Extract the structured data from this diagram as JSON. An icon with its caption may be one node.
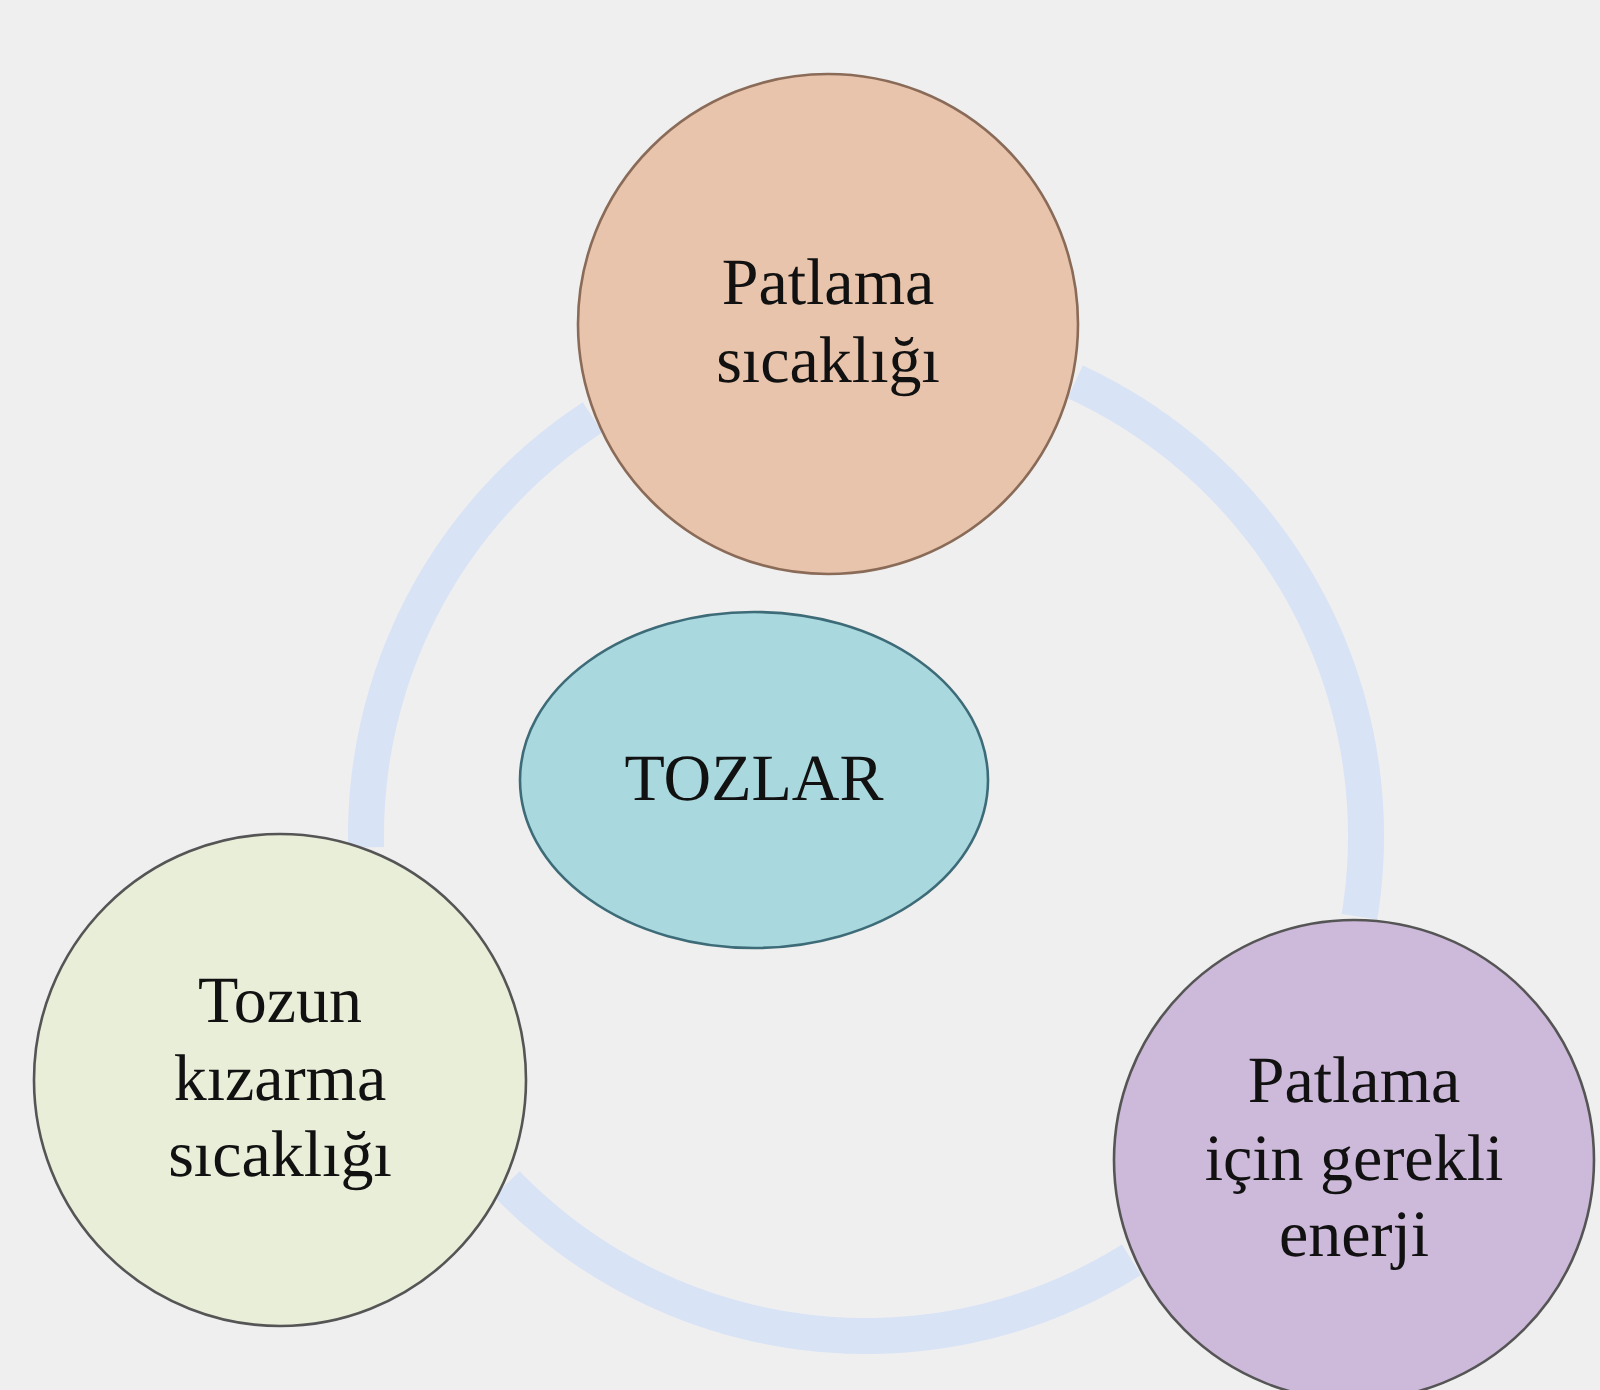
{
  "diagram": {
    "nodes": [
      {
        "text": [
          "Patlama sıcaklığı"
        ]
      },
      {
        "text": [
          "TOZLAR"
        ]
      },
      {
        "text": [
          "Tozun kızarma sıcaklığı"
        ]
      },
      {
        "text": [
          "Patlama için gerekli enerji"
        ]
      }
    ],
    "edges": [
      {
        "from": 0,
        "to": 3,
        "arrow": "none"
      },
      {
        "from": 3,
        "to": 2,
        "arrow": "none"
      },
      {
        "from": 2,
        "to": 0,
        "arrow": "none"
      }
    ]
  }
}
